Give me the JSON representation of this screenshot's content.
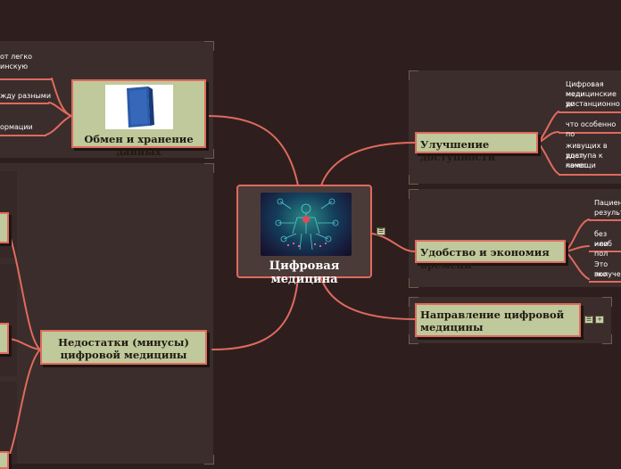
{
  "central": {
    "title": "Цифровая медицина",
    "image_icon": "digital-human-body-icon"
  },
  "branches": {
    "exchange": {
      "title": "Обмен и хранение данных",
      "image_icon": "blue-book-icon",
      "leaves": [
        "от легко",
        "инскую",
        "жду разными",
        "ормации"
      ]
    },
    "cons": {
      "title": "Недостатки (минусы) цифровой медицины"
    },
    "access": {
      "title": "Улучшение доступности",
      "leaves": [
        "Цифровая меди",
        "медицинские ус",
        "дистанционно",
        "что особенно по",
        "живущих в удал",
        "доступа к качес",
        "помощи"
      ]
    },
    "convenience": {
      "title": "Удобство и экономия времени",
      "leaves": [
        "Пациент",
        "результа",
        "без необ",
        "или пол",
        "Это эко",
        "получен"
      ]
    },
    "direction": {
      "title": "Направление цифровой медицины"
    }
  },
  "colors": {
    "background": "#2e1f1e",
    "panel": "#3a2d2b",
    "node_fill": "#bfc99b",
    "connector": "#e06a5e",
    "leaf_text": "#ffffff"
  }
}
